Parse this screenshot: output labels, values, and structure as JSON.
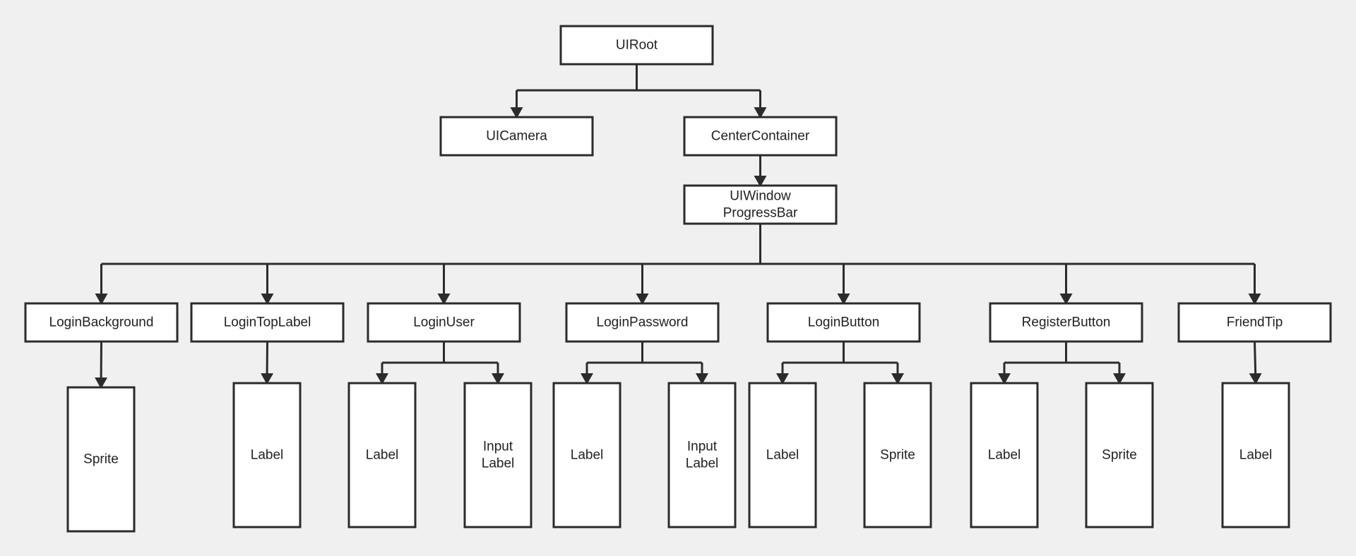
{
  "diagram": {
    "nodes": [
      {
        "id": "uiroot",
        "lines": [
          "UIRoot"
        ]
      },
      {
        "id": "uicamera",
        "lines": [
          "UICamera"
        ]
      },
      {
        "id": "centercontainer",
        "lines": [
          "CenterContainer"
        ]
      },
      {
        "id": "uiwindow",
        "lines": [
          "UIWindow",
          "ProgressBar"
        ]
      },
      {
        "id": "loginbackground",
        "lines": [
          "LoginBackground"
        ]
      },
      {
        "id": "logintoplabel",
        "lines": [
          "LoginTopLabel"
        ]
      },
      {
        "id": "loginuser",
        "lines": [
          "LoginUser"
        ]
      },
      {
        "id": "loginpassword",
        "lines": [
          "LoginPassword"
        ]
      },
      {
        "id": "loginbutton",
        "lines": [
          "LoginButton"
        ]
      },
      {
        "id": "registerbutton",
        "lines": [
          "RegisterButton"
        ]
      },
      {
        "id": "friendtip",
        "lines": [
          "FriendTip"
        ]
      },
      {
        "id": "bg-sprite",
        "lines": [
          "Sprite"
        ]
      },
      {
        "id": "toplabel-label",
        "lines": [
          "Label"
        ]
      },
      {
        "id": "user-label",
        "lines": [
          "Label"
        ]
      },
      {
        "id": "user-inputlabel",
        "lines": [
          "Input",
          "Label"
        ]
      },
      {
        "id": "password-label",
        "lines": [
          "Label"
        ]
      },
      {
        "id": "password-inputlabel",
        "lines": [
          "Input",
          "Label"
        ]
      },
      {
        "id": "button-label",
        "lines": [
          "Label"
        ]
      },
      {
        "id": "button-sprite",
        "lines": [
          "Sprite"
        ]
      },
      {
        "id": "register-label",
        "lines": [
          "Label"
        ]
      },
      {
        "id": "register-sprite",
        "lines": [
          "Sprite"
        ]
      },
      {
        "id": "friendtip-label",
        "lines": [
          "Label"
        ]
      }
    ],
    "edges": [
      {
        "from": "uiroot",
        "to": [
          "uicamera",
          "centercontainer"
        ]
      },
      {
        "from": "centercontainer",
        "to": [
          "uiwindow"
        ]
      },
      {
        "from": "uiwindow",
        "to": [
          "loginbackground",
          "logintoplabel",
          "loginuser",
          "loginpassword",
          "loginbutton",
          "registerbutton",
          "friendtip"
        ]
      },
      {
        "from": "loginbackground",
        "to": [
          "bg-sprite"
        ]
      },
      {
        "from": "logintoplabel",
        "to": [
          "toplabel-label"
        ]
      },
      {
        "from": "loginuser",
        "to": [
          "user-label",
          "user-inputlabel"
        ]
      },
      {
        "from": "loginpassword",
        "to": [
          "password-label",
          "password-inputlabel"
        ]
      },
      {
        "from": "loginbutton",
        "to": [
          "button-label",
          "button-sprite"
        ]
      },
      {
        "from": "registerbutton",
        "to": [
          "register-label",
          "register-sprite"
        ]
      },
      {
        "from": "friendtip",
        "to": [
          "friendtip-label"
        ]
      }
    ]
  }
}
